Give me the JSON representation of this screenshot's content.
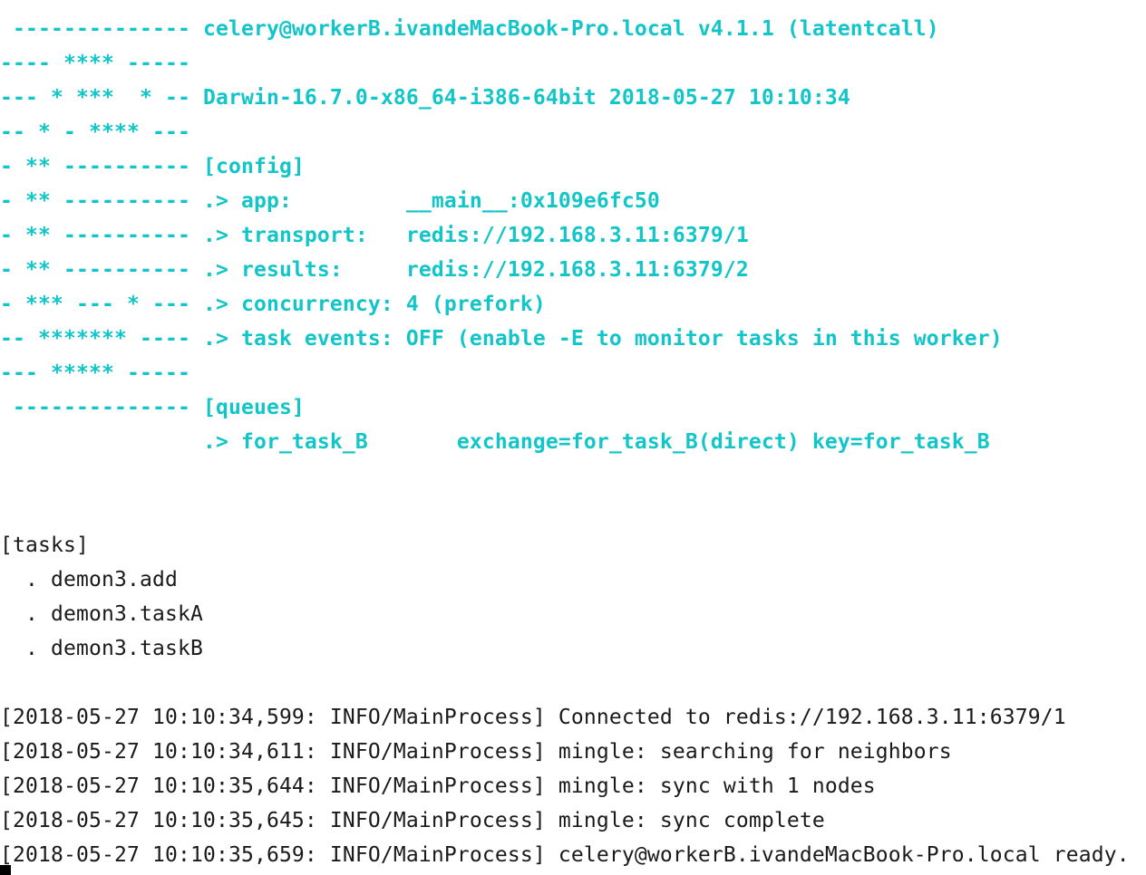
{
  "banner": [
    " -------------- celery@workerB.ivandeMacBook-Pro.local v4.1.1 (latentcall)",
    "---- **** -----",
    "--- * ***  * -- Darwin-16.7.0-x86_64-i386-64bit 2018-05-27 10:10:34",
    "-- * - **** ---",
    "- ** ---------- [config]",
    "- ** ---------- .> app:         __main__:0x109e6fc50",
    "- ** ---------- .> transport:   redis://192.168.3.11:6379/1",
    "- ** ---------- .> results:     redis://192.168.3.11:6379/2",
    "- *** --- * --- .> concurrency: 4 (prefork)",
    "-- ******* ---- .> task events: OFF (enable -E to monitor tasks in this worker)",
    "--- ***** -----",
    " -------------- [queues]",
    "                .> for_task_B       exchange=for_task_B(direct) key=for_task_B"
  ],
  "tasks": {
    "header": "[tasks]",
    "items": [
      "  . demon3.add",
      "  . demon3.taskA",
      "  . demon3.taskB"
    ]
  },
  "logs": [
    "[2018-05-27 10:10:34,599: INFO/MainProcess] Connected to redis://192.168.3.11:6379/1",
    "[2018-05-27 10:10:34,611: INFO/MainProcess] mingle: searching for neighbors",
    "[2018-05-27 10:10:35,644: INFO/MainProcess] mingle: sync with 1 nodes",
    "[2018-05-27 10:10:35,645: INFO/MainProcess] mingle: sync complete",
    "[2018-05-27 10:10:35,659: INFO/MainProcess] celery@workerB.ivandeMacBook-Pro.local ready."
  ],
  "colors": {
    "banner": "#12c5c8",
    "text": "#1a1a1a",
    "background": "#ffffff"
  }
}
